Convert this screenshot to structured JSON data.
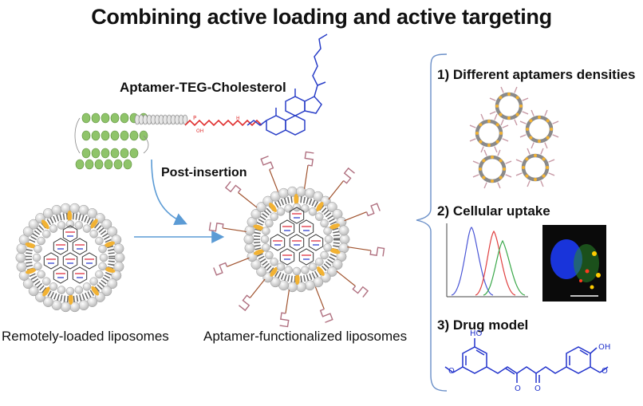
{
  "title": "Combining active loading and active targeting",
  "labels": {
    "aptamer_conjugate": "Aptamer-TEG-Cholesterol",
    "post_insertion": "Post-insertion",
    "remotely_loaded": "Remotely-loaded liposomes",
    "aptamer_functionalized": "Aptamer-functionalized liposomes"
  },
  "results": {
    "item1": "1) Different aptamers densities",
    "item2": "2) Cellular uptake",
    "item3": "3) Drug model"
  },
  "molecule_atoms": {
    "ho_left": "HO",
    "oh_right": "OH",
    "o_left": "O",
    "o_right": "O",
    "carbonyl_left": "O",
    "carbonyl_right": "O"
  },
  "colors": {
    "aptamer_beads": "#8fc46a",
    "linker": "#e03030",
    "cholesterol": "#2a3fc8",
    "arrow": "#5b9bd5",
    "lipid_head": "#d8d8d8",
    "drug_crystal": "#f2b233",
    "curcumin": "#2233cc"
  }
}
